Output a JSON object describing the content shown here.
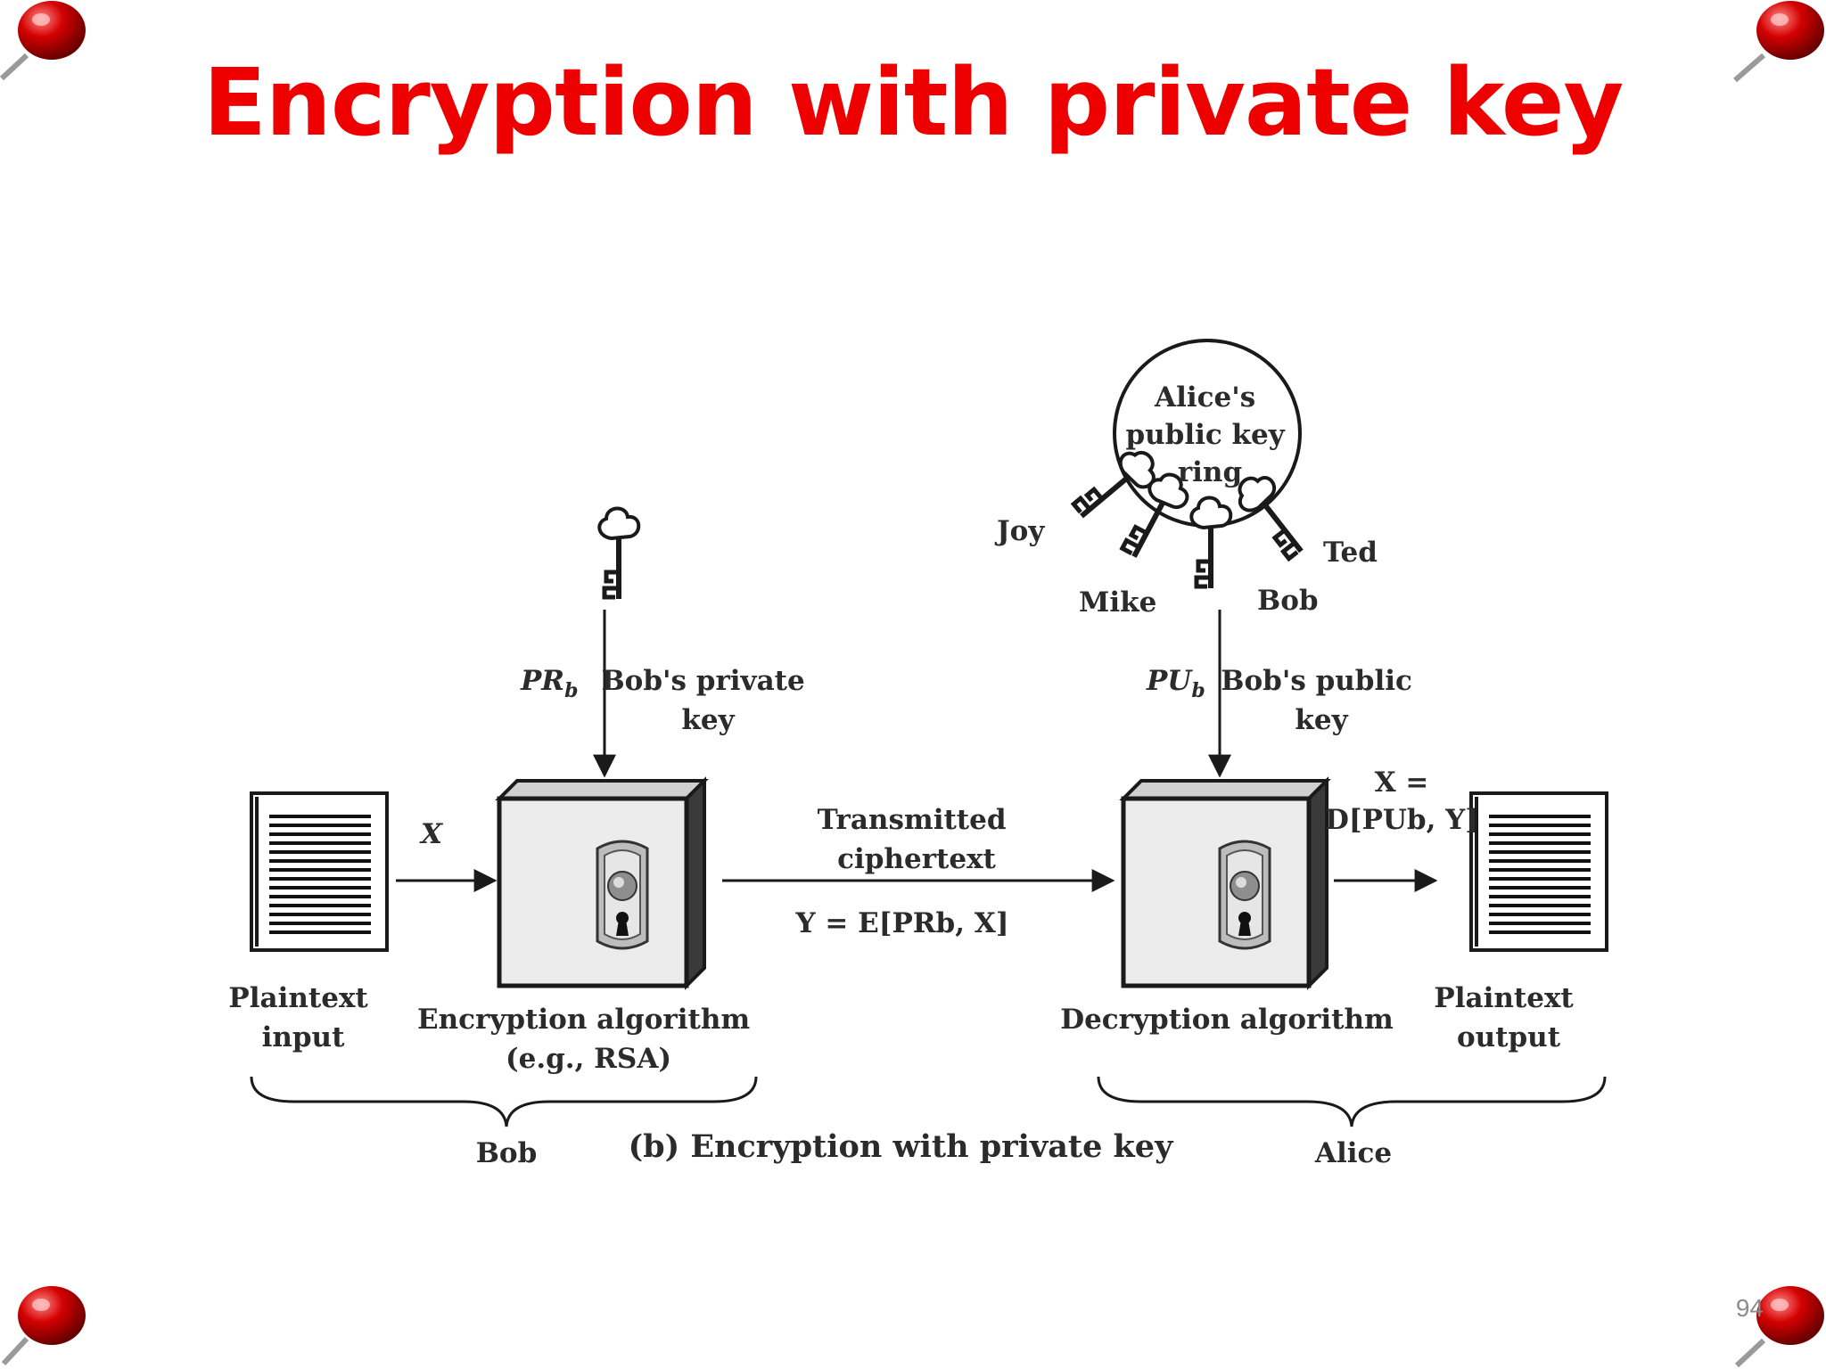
{
  "slide": {
    "title": "Encryption with private key",
    "page_number": "94"
  },
  "diagram": {
    "ring_label": [
      "Alice's",
      "public key",
      "ring"
    ],
    "ring_key_names": [
      "Joy",
      "Mike",
      "Bob",
      "Ted"
    ],
    "private_key_symbol": "PR",
    "private_key_sub": "b",
    "private_key_label": [
      "Bob's private",
      "key"
    ],
    "public_key_symbol": "PU",
    "public_key_sub": "b",
    "public_key_label": [
      "Bob's public",
      "key"
    ],
    "x_label": "X",
    "transmitted_label": [
      "Transmitted",
      "ciphertext"
    ],
    "ciphertext_formula": "Y = E[PRb, X]",
    "output_formula_1": "X =",
    "output_formula_2": "D[PUb, Y]",
    "plaintext_input_label": [
      "Plaintext",
      "input"
    ],
    "encryption_label": [
      "Encryption algorithm",
      "(e.g., RSA)"
    ],
    "decryption_label": "Decryption algorithm",
    "plaintext_output_label": [
      "Plaintext",
      "output"
    ],
    "bob_label": "Bob",
    "alice_label": "Alice",
    "caption": "(b) Encryption with private key"
  }
}
